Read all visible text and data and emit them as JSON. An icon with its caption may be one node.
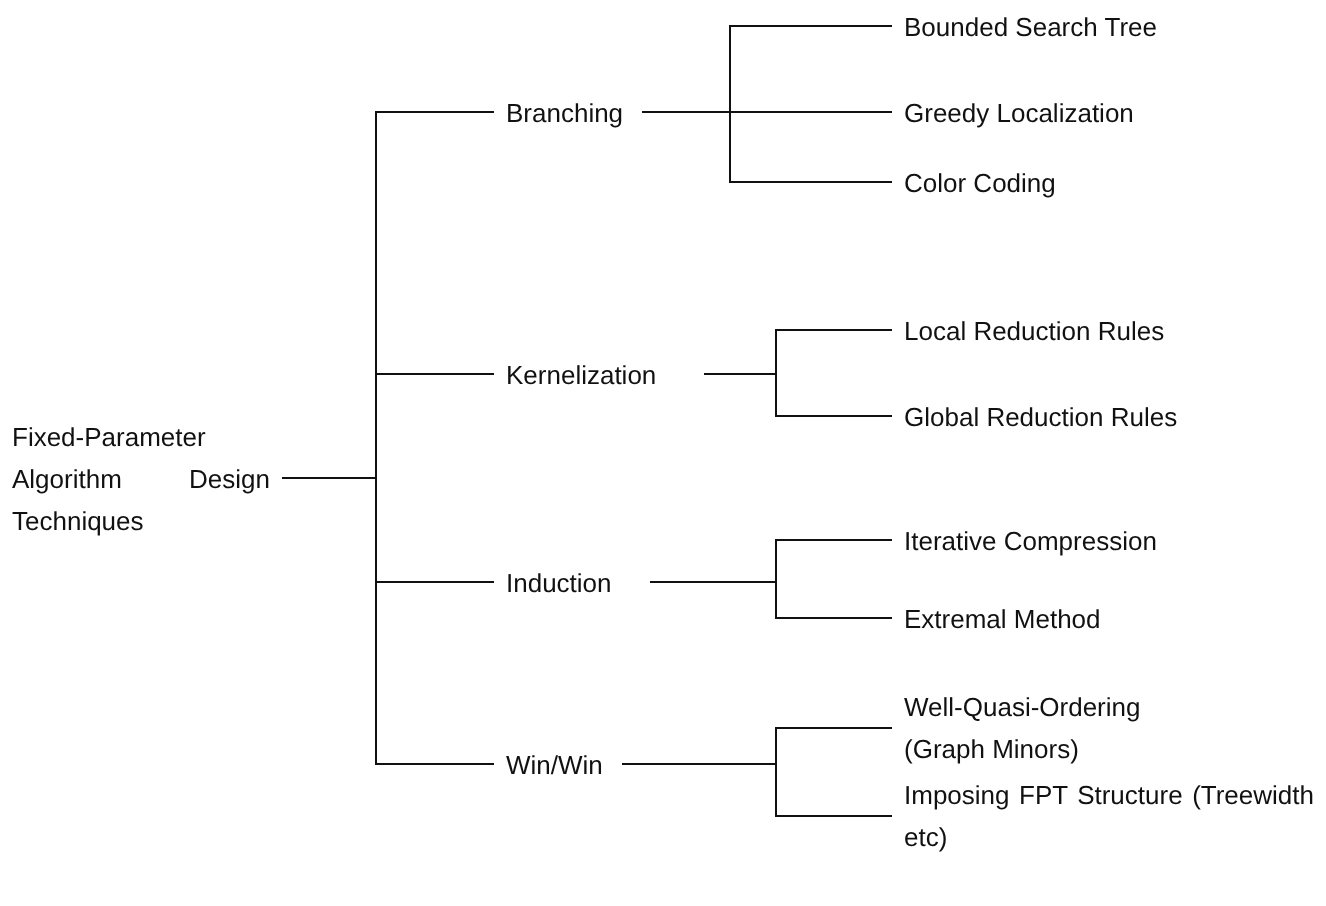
{
  "diagram": {
    "nodes": [
      {
        "text": [
          "Fixed-Parameter Algorithm Design Techniques"
        ]
      },
      {
        "text": [
          "Branching"
        ]
      },
      {
        "text": [
          "Bounded Search Tree"
        ]
      },
      {
        "text": [
          "Greedy Localization"
        ]
      },
      {
        "text": [
          "Color Coding"
        ]
      },
      {
        "text": [
          "Kernelization"
        ]
      },
      {
        "text": [
          "Local Reduction Rules"
        ]
      },
      {
        "text": [
          "Global Reduction Rules"
        ]
      },
      {
        "text": [
          "Induction"
        ]
      },
      {
        "text": [
          "Iterative Compression"
        ]
      },
      {
        "text": [
          "Extremal Method"
        ]
      },
      {
        "text": [
          "Win/Win"
        ]
      },
      {
        "text": [
          "Well-Quasi-Ordering (Graph Minors)"
        ]
      },
      {
        "text": [
          "Imposing FPT Structure (Treewidth etc)"
        ]
      }
    ],
    "edges": [
      {
        "from": 0,
        "to": 1,
        "arrow": "none"
      },
      {
        "from": 0,
        "to": 5,
        "arrow": "none"
      },
      {
        "from": 0,
        "to": 8,
        "arrow": "none"
      },
      {
        "from": 0,
        "to": 11,
        "arrow": "none"
      },
      {
        "from": 1,
        "to": 2,
        "arrow": "none"
      },
      {
        "from": 1,
        "to": 3,
        "arrow": "none"
      },
      {
        "from": 1,
        "to": 4,
        "arrow": "none"
      },
      {
        "from": 5,
        "to": 6,
        "arrow": "none"
      },
      {
        "from": 5,
        "to": 7,
        "arrow": "none"
      },
      {
        "from": 8,
        "to": 9,
        "arrow": "none"
      },
      {
        "from": 8,
        "to": 10,
        "arrow": "none"
      },
      {
        "from": 11,
        "to": 12,
        "arrow": "none"
      },
      {
        "from": 11,
        "to": 13,
        "arrow": "none"
      }
    ]
  }
}
